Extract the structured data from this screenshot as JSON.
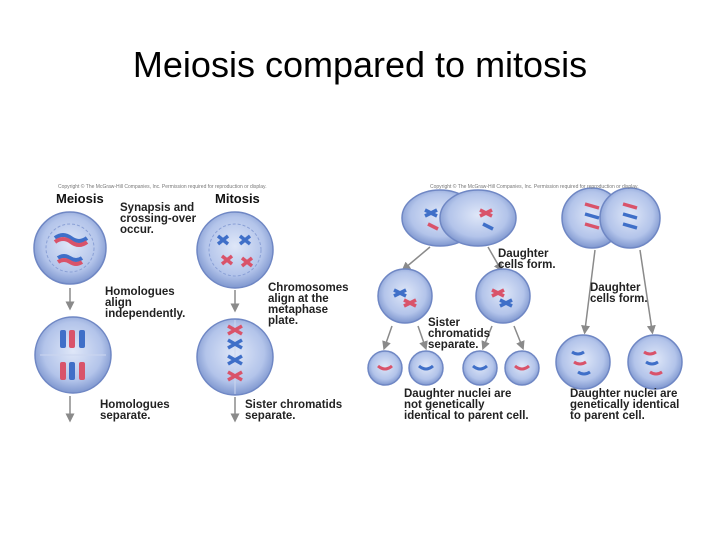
{
  "title": "Meiosis compared to mitosis",
  "copyright_left": "Copyright © The McGraw-Hill Companies, Inc. Permission required for reproduction or display.",
  "copyright_right": "Copyright © The McGraw-Hill Companies, Inc. Permission required for reproduction or display.",
  "left_panel": {
    "meiosis_header": "Meiosis",
    "mitosis_header": "Mitosis",
    "synapsis": "Synapsis and\ncrossing-over\noccur.",
    "homologues_align": "Homologues\nalign\nindependently.",
    "chromosomes_align": "Chromosomes\nalign at the\nmetaphase\nplate.",
    "homologues_separate": "Homologues\nseparate.",
    "sister_separate": "Sister chromatids\nseparate."
  },
  "right_panel": {
    "daughter_cells_left": "Daughter\ncells form.",
    "daughter_cells_right": "Daughter\ncells form.",
    "sister_chromatids": "Sister\nchromatids\nseparate.",
    "not_identical": "Daughter nuclei are\nnot genetically\nidentical to parent cell.",
    "identical": "Daughter nuclei are\ngenetically identical\nto parent cell."
  },
  "colors": {
    "cell_fill": "#a9bde6",
    "cell_edge": "#6f87c4",
    "chromosome_blue": "#3f6fc8",
    "chromosome_red": "#d9536a",
    "arrow": "#8a8a8a"
  }
}
